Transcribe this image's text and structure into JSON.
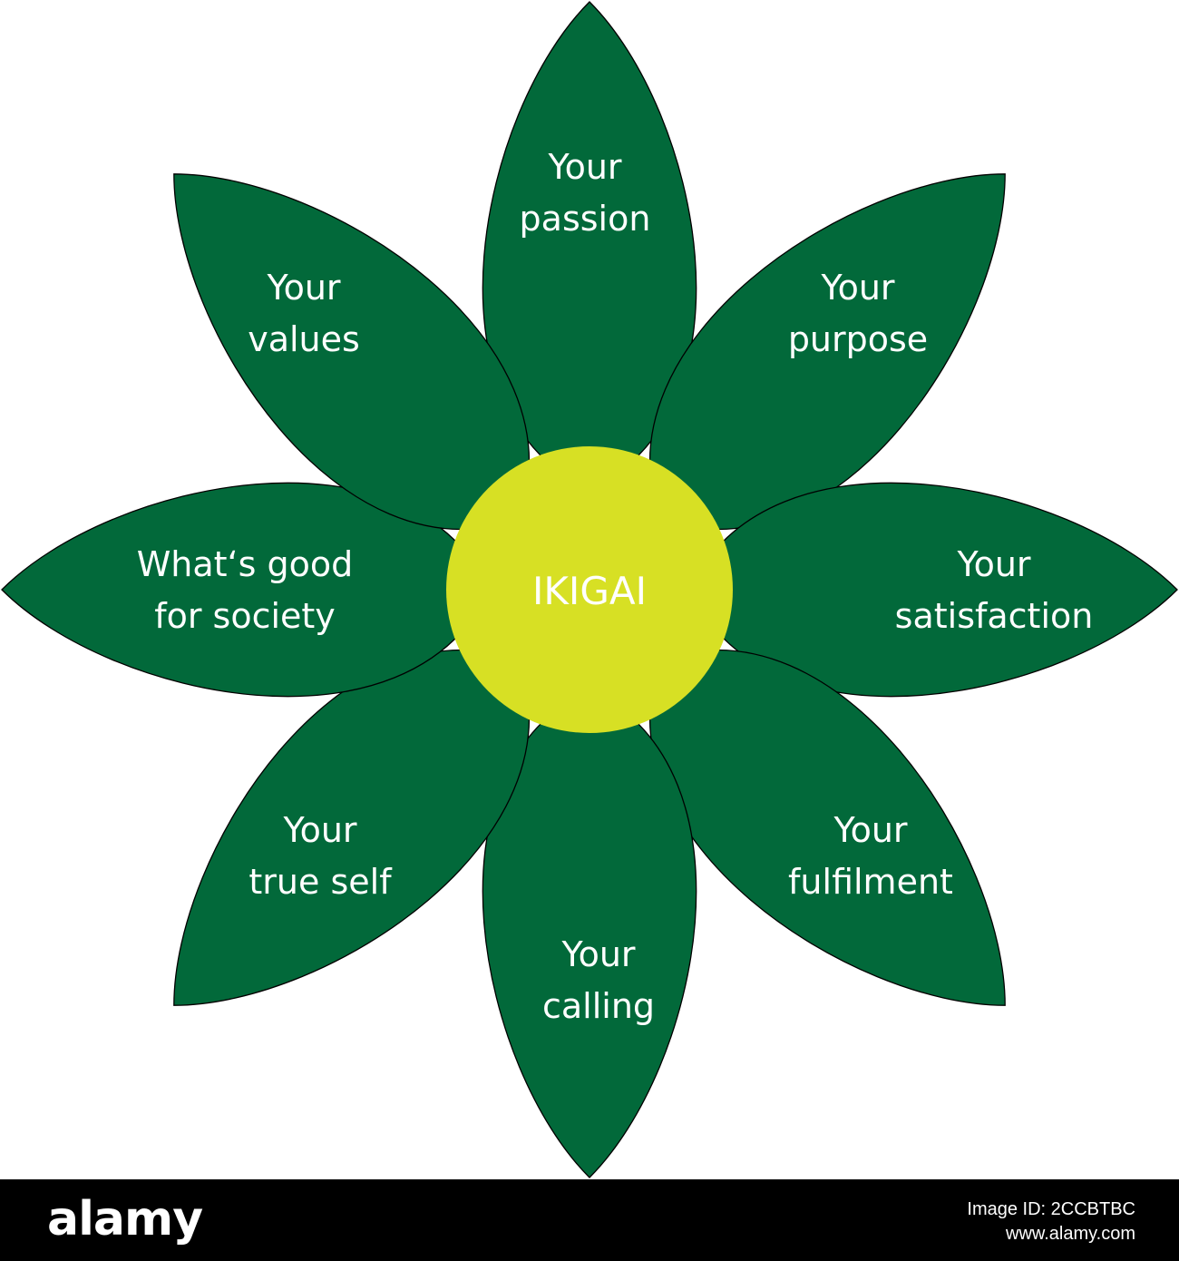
{
  "colors": {
    "petal": "#02693a",
    "petal_outline": "#000000",
    "center": "#d7e024",
    "text": "#ffffff",
    "footer_bg": "#000000"
  },
  "center": {
    "label": "IKIGAI"
  },
  "petals": [
    {
      "lines": [
        "Your",
        "passion"
      ]
    },
    {
      "lines": [
        "Your",
        "purpose"
      ]
    },
    {
      "lines": [
        "Your",
        "satisfaction"
      ]
    },
    {
      "lines": [
        "Your",
        "fulfilment"
      ]
    },
    {
      "lines": [
        "Your",
        "calling"
      ]
    },
    {
      "lines": [
        "Your",
        "true self"
      ]
    },
    {
      "lines": [
        "What‘s good",
        "for society"
      ]
    },
    {
      "lines": [
        "Your",
        "values"
      ]
    }
  ],
  "footer": {
    "logo": "alamy",
    "image_id": "Image ID: 2CCBTBC",
    "site": "www.alamy.com"
  }
}
